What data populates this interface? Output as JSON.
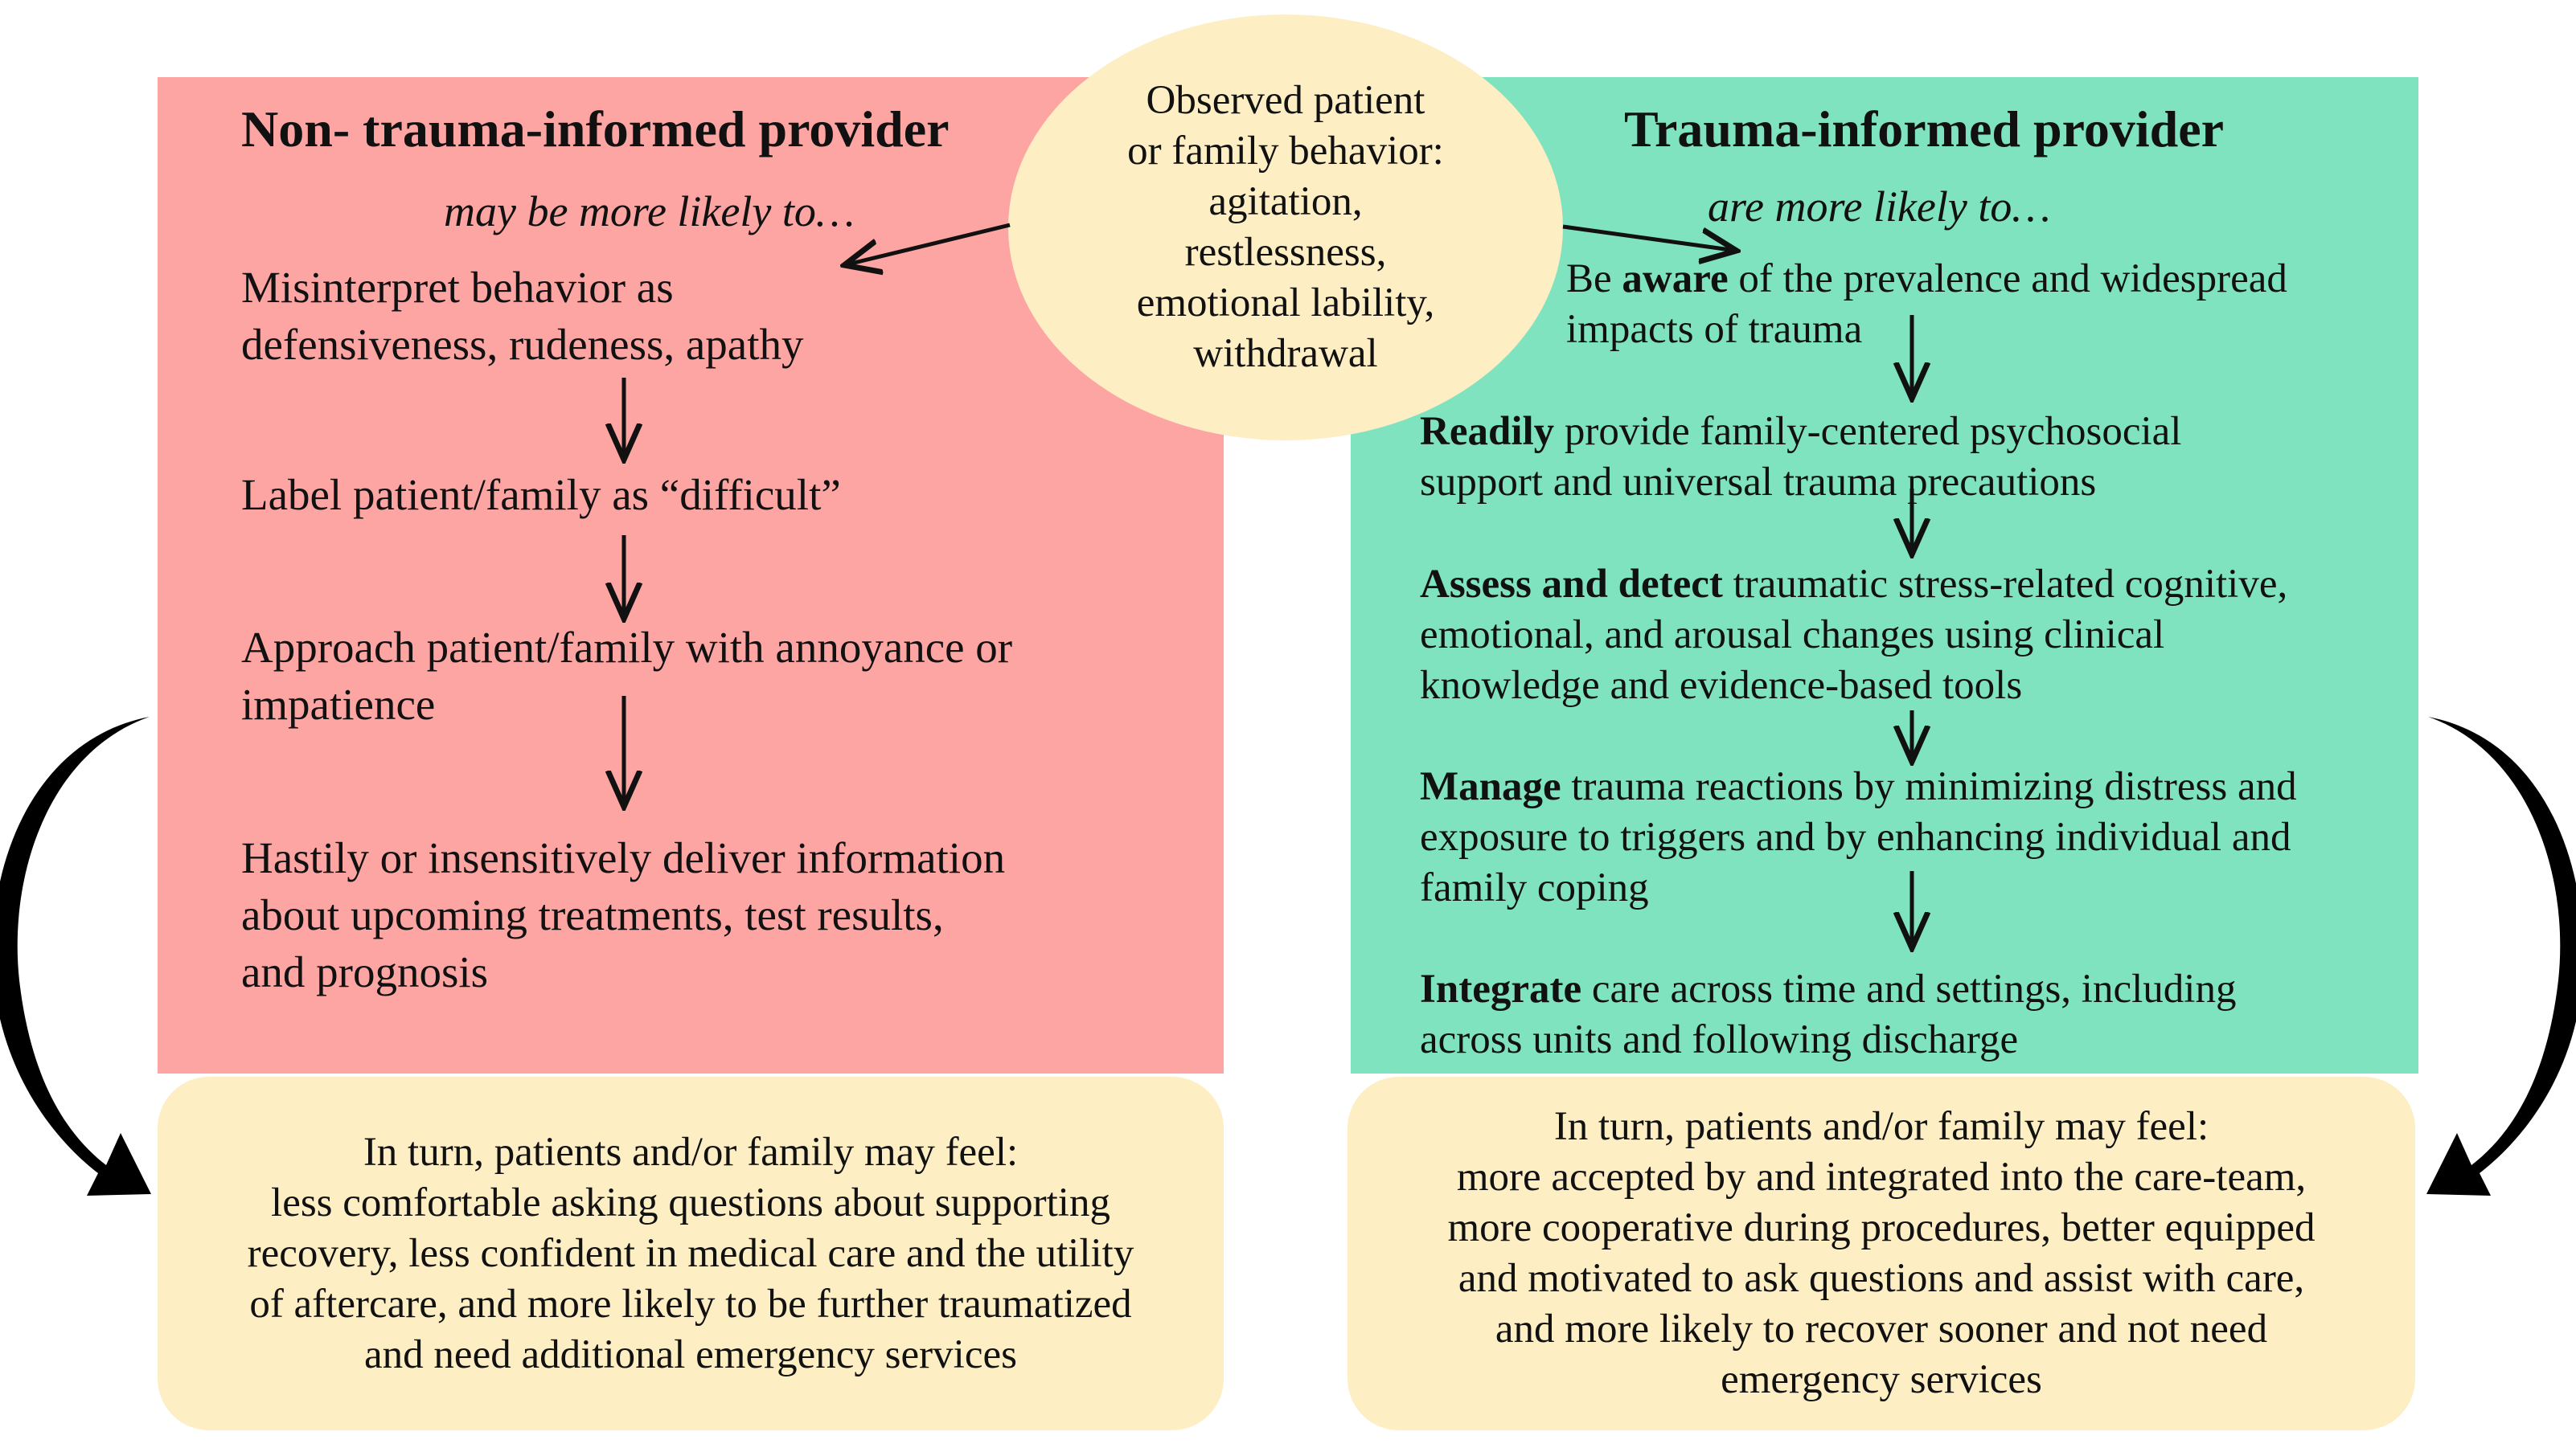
{
  "colors": {
    "left_box": "#fca5a2",
    "right_box": "#7fe3c0",
    "callout": "#fdeec4",
    "arrow": "#111111"
  },
  "center": {
    "lines": [
      "Observed patient",
      "or family behavior:",
      "agitation,",
      "restlessness,",
      "emotional lability,",
      "withdrawal"
    ]
  },
  "left": {
    "title": "Non- trauma-informed provider",
    "subtitle": "may be more likely to…",
    "steps": [
      {
        "lines": [
          "Misinterpret behavior as",
          "defensiveness, rudeness, apathy"
        ]
      },
      {
        "lines": [
          "Label patient/family as “difficult”"
        ]
      },
      {
        "lines": [
          "Approach patient/family with annoyance or",
          "impatience"
        ]
      },
      {
        "lines": [
          "Hastily or insensitively deliver information",
          "about upcoming treatments, test results,",
          "and prognosis"
        ]
      }
    ],
    "outcome": {
      "lines": [
        "In turn, patients and/or family may feel:",
        "less comfortable asking questions about supporting",
        "recovery, less confident in medical care and the utility",
        "of aftercare, and more likely to be further traumatized",
        "and need additional emergency services"
      ]
    }
  },
  "right": {
    "title": "Trauma-informed provider",
    "subtitle": "are more likely to…",
    "steps": [
      {
        "line1_pre": "Be ",
        "line1_bold": "aware",
        "line1_post": " of the prevalence and widespread",
        "rest": [
          "impacts of trauma"
        ]
      },
      {
        "line1_pre": "",
        "line1_bold": "Readily",
        "line1_post": " provide family-centered psychosocial",
        "rest": [
          "support and universal trauma precautions"
        ]
      },
      {
        "line1_pre": "",
        "line1_bold": "Assess and detect",
        "line1_post": " traumatic stress-related cognitive,",
        "rest": [
          "emotional, and arousal changes using clinical",
          "knowledge and evidence-based tools"
        ]
      },
      {
        "line1_pre": "",
        "line1_bold": "Manage",
        "line1_post": " trauma reactions by minimizing distress and",
        "rest": [
          "exposure to triggers and by enhancing individual and",
          "family coping"
        ]
      },
      {
        "line1_pre": "",
        "line1_bold": "Integrate",
        "line1_post": " care across time and settings, including",
        "rest": [
          "across units and following discharge"
        ]
      }
    ],
    "outcome": {
      "lines": [
        "In turn, patients and/or family may feel:",
        "more accepted by and integrated into the care-team,",
        "more cooperative during procedures, better equipped",
        "and motivated to ask questions and assist with care,",
        "and more likely to recover sooner and not need",
        "emergency services"
      ]
    }
  }
}
